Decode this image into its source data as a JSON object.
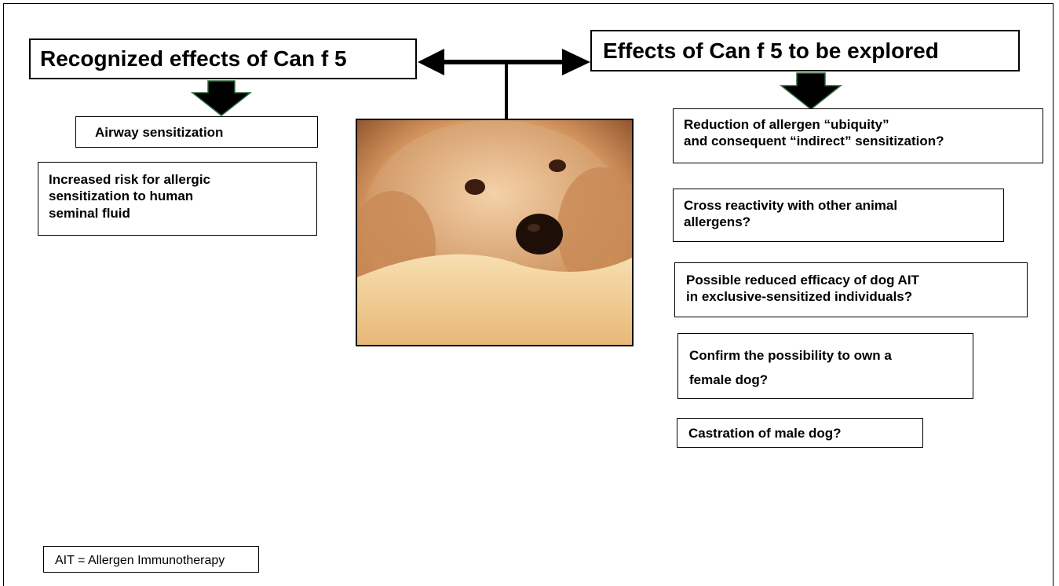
{
  "headers": {
    "left": "Recognized effects of Can f 5",
    "right": "Effects of Can f 5 to be explored"
  },
  "recognized_effects": [
    "Airway sensitization",
    "Increased risk for allergic\nsensitization to human\nseminal fluid"
  ],
  "effects_to_explore": [
    "Reduction of allergen “ubiquity”\nand consequent “indirect” sensitization?",
    "Cross reactivity with other animal\nallergens?",
    "Possible reduced efficacy of dog AIT\nin exclusive-sensitized individuals?",
    "Confirm the possibility to own a\nfemale dog?",
    "Castration of male dog?"
  ],
  "footnote": "AIT = Allergen Immunotherapy",
  "colors": {
    "arrow_fill": "#000000",
    "arrow_outline": "#2e6b3a",
    "photo_tint": "#d89a5a"
  },
  "icons": {
    "down_arrow": "down-arrow-icon",
    "double_arrow": "double-arrow-icon"
  }
}
